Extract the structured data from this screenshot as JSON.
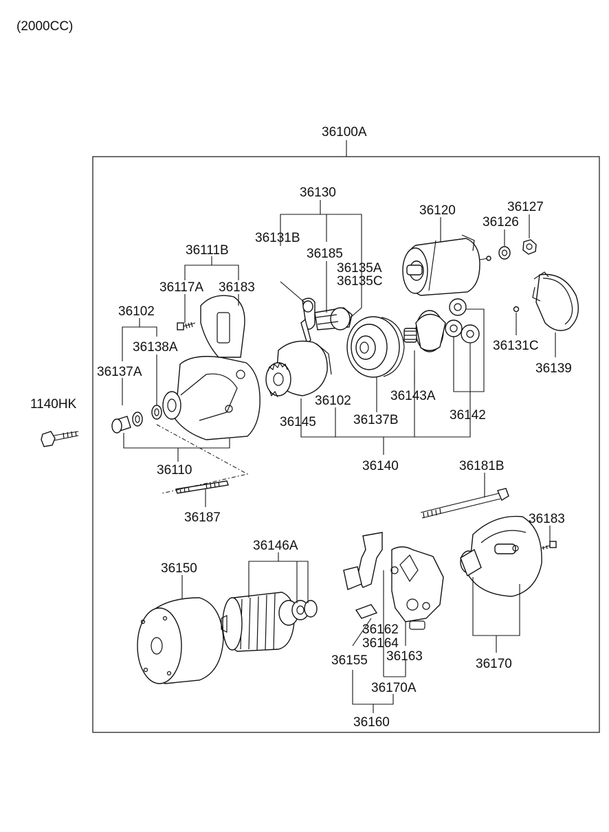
{
  "engine_note": "(2000CC)",
  "assembly_label": "36100A",
  "labels": {
    "l36130": "36130",
    "l36120": "36120",
    "l36127": "36127",
    "l36126": "36126",
    "l36131B": "36131B",
    "l36185": "36185",
    "l36135A": "36135A",
    "l36135C": "36135C",
    "l36111B": "36111B",
    "l36117A": "36117A",
    "l36183a": "36183",
    "l36102a": "36102",
    "l36138A": "36138A",
    "l36137A": "36137A",
    "l36131C": "36131C",
    "l36139": "36139",
    "l1140HK": "1140HK",
    "l36102b": "36102",
    "l36143A": "36143A",
    "l36145": "36145",
    "l36137B": "36137B",
    "l36142": "36142",
    "l36110": "36110",
    "l36140": "36140",
    "l36181B": "36181B",
    "l36187": "36187",
    "l36183b": "36183",
    "l36146A": "36146A",
    "l36150": "36150",
    "l36162": "36162",
    "l36164": "36164",
    "l36155": "36155",
    "l36163": "36163",
    "l36170": "36170",
    "l36170A": "36170A",
    "l36160": "36160"
  }
}
